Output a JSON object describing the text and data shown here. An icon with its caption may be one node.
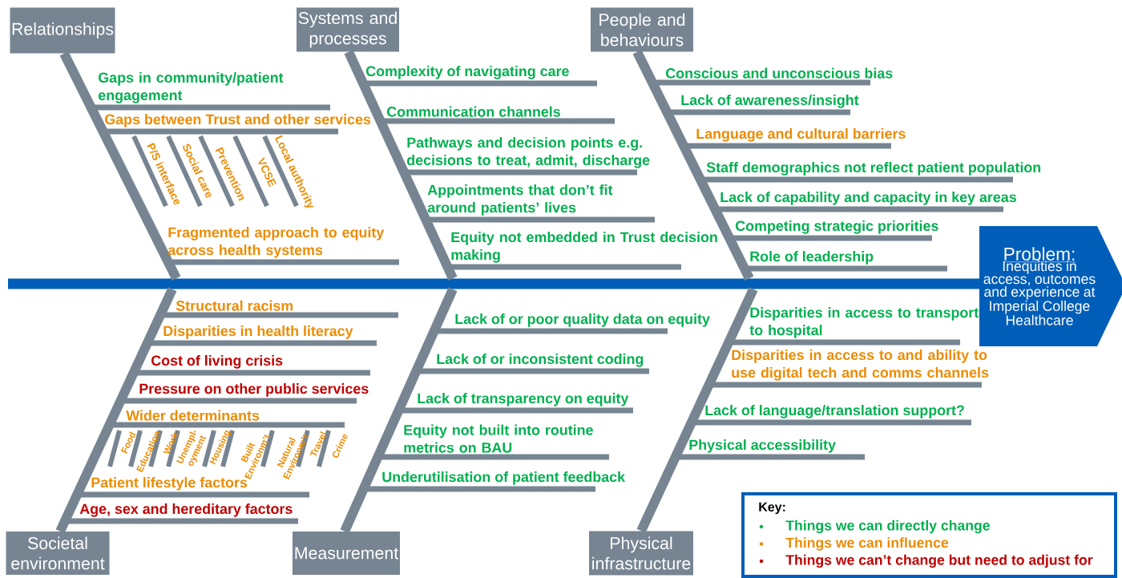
{
  "diagram": {
    "nodes": [
      {
        "text": [
          "Relationships"
        ]
      },
      {
        "text": [
          "Systems and processes"
        ]
      },
      {
        "text": [
          "People and behaviours"
        ]
      },
      {
        "text": [
          "Problem:",
          "Inequities in access, outcomes and experience at Imperial College Healthcare"
        ]
      },
      {
        "text": [
          "Societal environment"
        ]
      },
      {
        "text": [
          "Measurement"
        ]
      },
      {
        "text": [
          "Physical infrastructure"
        ]
      },
      {
        "text": [],
        "shape": "bar"
      }
    ],
    "edges": [
      {
        "from": 0,
        "to": 7,
        "arrow": "none"
      },
      {
        "from": 1,
        "to": 7,
        "arrow": "none"
      },
      {
        "from": 2,
        "to": 7,
        "arrow": "none"
      },
      {
        "from": 4,
        "to": 7,
        "arrow": "none"
      },
      {
        "from": 5,
        "to": 7,
        "arrow": "none"
      },
      {
        "from": 6,
        "to": 7,
        "arrow": "none"
      }
    ],
    "labels": [
      "Gaps in community/patient engagement",
      "Gaps between Trust and other services",
      "P/S interface",
      "Social care",
      "Prevention",
      "VCSE",
      "Local authority",
      "Fragmented approach to equity across health systems",
      "Complexity of navigating care",
      "Communication channels",
      "Pathways and decision points e.g. decisions to treat, admit, discharge",
      "Appointments that don’t fit around patients’ lives",
      "Equity not embedded in Trust decision making",
      "Conscious and unconscious bias",
      "Lack of awareness/insight",
      "Language and cultural barriers",
      "Staff demographics not reflect patient population",
      "Lack of capability and capacity in key areas",
      "Competing strategic priorities",
      "Role of leadership",
      "Structural racism",
      "Disparities in health literacy",
      "Cost of living crisis",
      "Pressure on other public services",
      "Wider determinants",
      "Food",
      "Education",
      "Work",
      "Unempl- oyment",
      "Housing",
      "Built Environm’t",
      "Natural Environm’t",
      "Travel",
      "Crime",
      "Patient lifestyle factors",
      "Age, sex and hereditary factors",
      "Lack of or poor quality data on equity",
      "Lack of or inconsistent coding",
      "Lack of transparency on equity",
      "Equity not built into routine metrics on BAU",
      "Underutilisation of patient feedback",
      "Disparities in access to transport to hospital",
      "Disparities in access to and ability to use digital tech and comms channels",
      "Lack of language/translation support?",
      "Physical accessibility",
      "Key:"
    ],
    "legend": [
      {
        "text": "Things we can directly change",
        "color": "#00b050"
      },
      {
        "text": "Things we can influence",
        "color": "#ed8b00"
      },
      {
        "text": "Things we can’t change but need to adjust for",
        "color": "#c00000"
      }
    ]
  }
}
